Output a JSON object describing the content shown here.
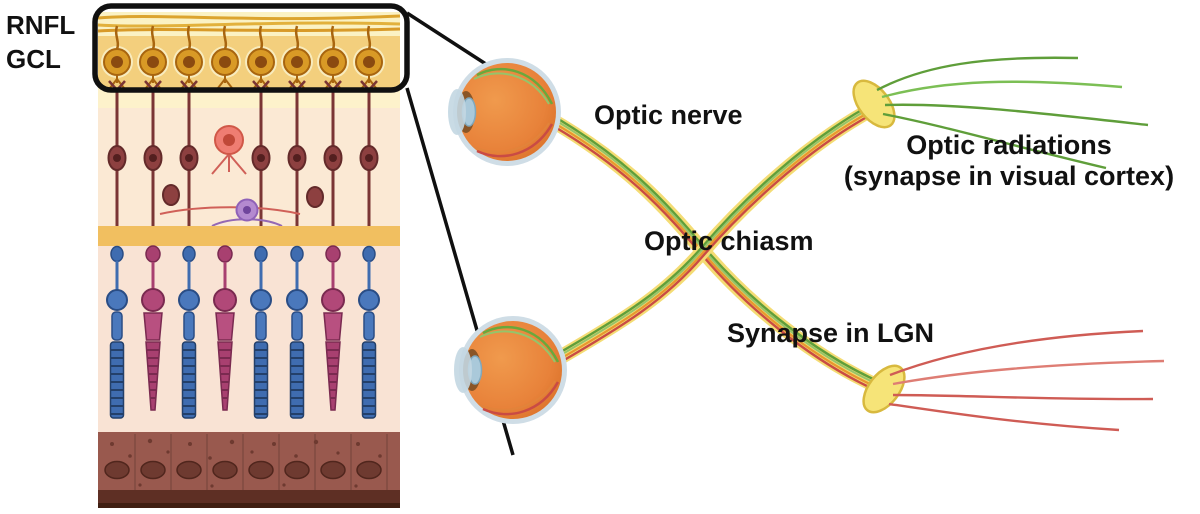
{
  "labels": {
    "rnfl": "RNFL",
    "gcl": "GCL",
    "optic_nerve": "Optic nerve",
    "optic_chiasm": "Optic chiasm",
    "optic_radiations_line1": "Optic radiations",
    "optic_radiations_line2": "(synapse in visual cortex)",
    "synapse_lgn": "Synapse in LGN"
  },
  "colors": {
    "eye_orange": "#e8823a",
    "nerve_sheath_yellow": "#f4dc74",
    "fiber_green": "#5f9e3a",
    "fiber_light_green": "#95c46a",
    "fiber_orange": "#e8982e",
    "fiber_red": "#c94b44",
    "ganglion_gold": "#d99a26",
    "bipolar_maroon": "#8d4040",
    "amacrine_pink": "#ef7d72",
    "horizontal_purple": "#b48ad0",
    "rod_blue": "#3f6cb0",
    "cone_magenta": "#a84070",
    "rpe_brown": "#99594e",
    "lgn_node_yellow": "#f6e478"
  }
}
